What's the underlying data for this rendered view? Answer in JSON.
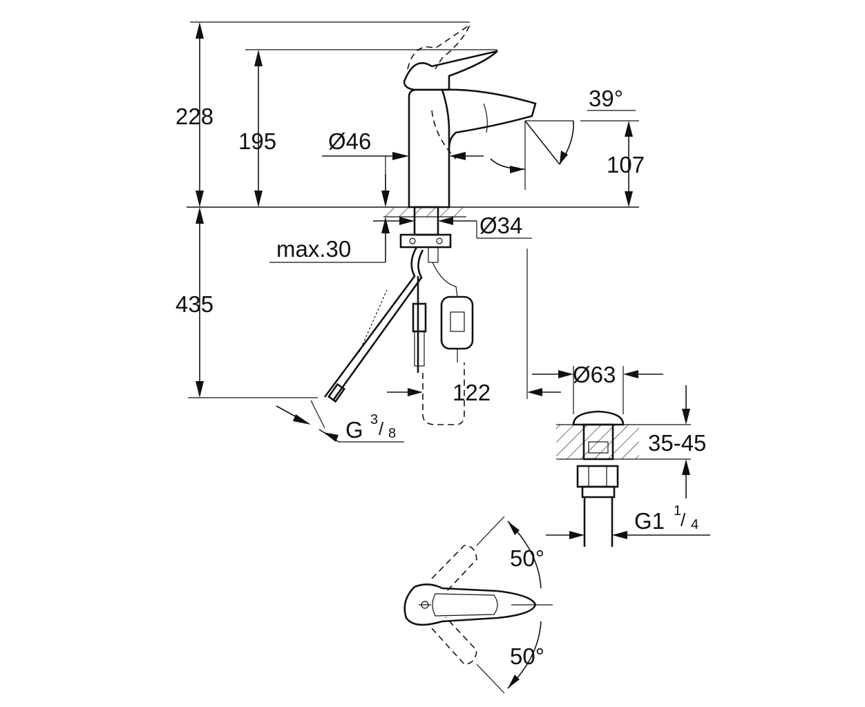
{
  "dimensions": {
    "total_height": "228",
    "spout_height": "195",
    "body_diameter": "Ø46",
    "tilt_angle": "39°",
    "outlet_height": "107",
    "shank_diameter": "Ø34",
    "deck_thickness": "max.30",
    "hose_length": "435",
    "spout_reach": "122",
    "hose_thread_main": "G",
    "hose_thread_num": "3",
    "hose_thread_den": "8",
    "waste_diameter": "Ø63",
    "waste_height": "35-45",
    "waste_thread_main": "G1",
    "waste_thread_num": "1",
    "waste_thread_den": "4",
    "rotation_up": "50°",
    "rotation_down": "50°"
  },
  "icons": {
    "faucet": "faucet-side-view",
    "waste": "pop-up-waste-valve",
    "top_view": "lever-top-view"
  }
}
